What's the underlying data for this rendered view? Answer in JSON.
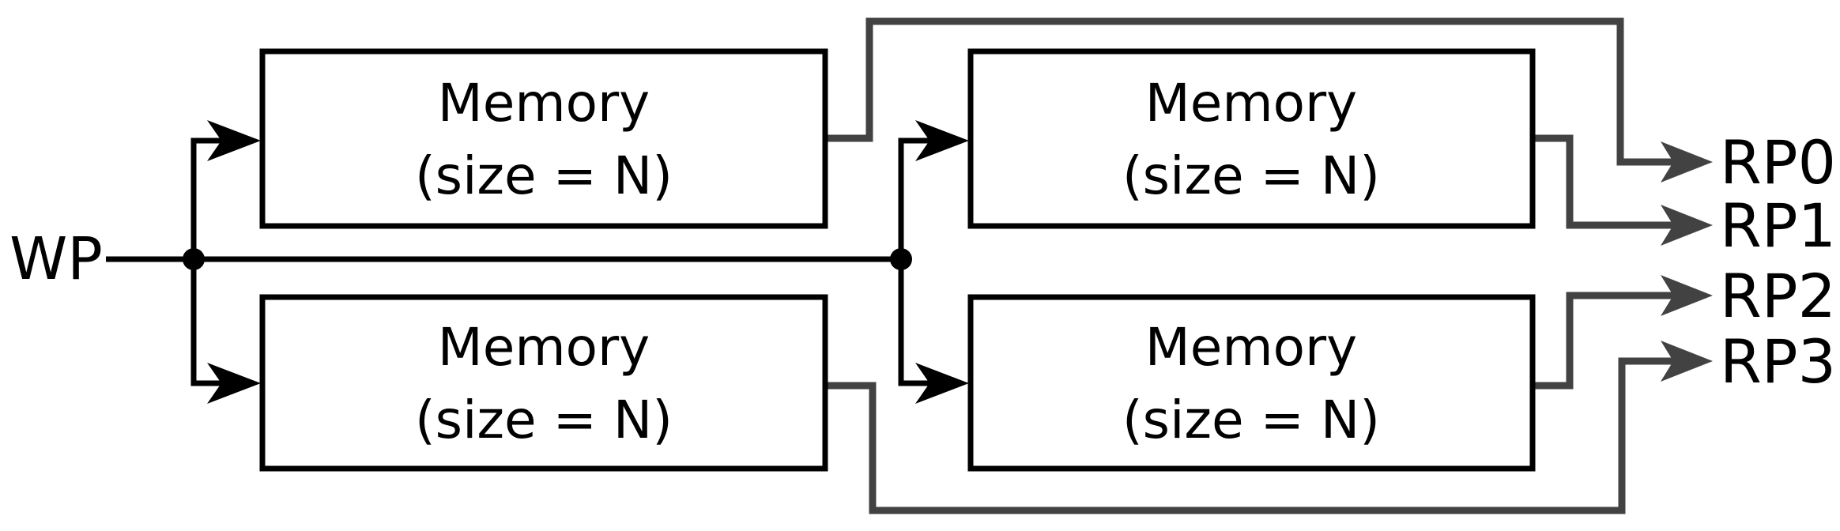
{
  "diagram": {
    "title": "multi-read-port memory built from replicated memory banks",
    "colors": {
      "background": "#ffffff",
      "input_wire": "#000000",
      "output_wire": "#424242",
      "box_border": "#000000",
      "box_fill": "#ffffff",
      "text": "#000000"
    },
    "write_port": {
      "label": "WP"
    },
    "memory_blocks": [
      {
        "id": "memory-top-left",
        "title": "Memory",
        "subtitle": "(size = N)"
      },
      {
        "id": "memory-top-right",
        "title": "Memory",
        "subtitle": "(size = N)"
      },
      {
        "id": "memory-bottom-left",
        "title": "Memory",
        "subtitle": "(size = N)"
      },
      {
        "id": "memory-bottom-right",
        "title": "Memory",
        "subtitle": "(size = N)"
      }
    ],
    "read_ports": [
      {
        "label": "RP0"
      },
      {
        "label": "RP1"
      },
      {
        "label": "RP2"
      },
      {
        "label": "RP3"
      }
    ]
  }
}
